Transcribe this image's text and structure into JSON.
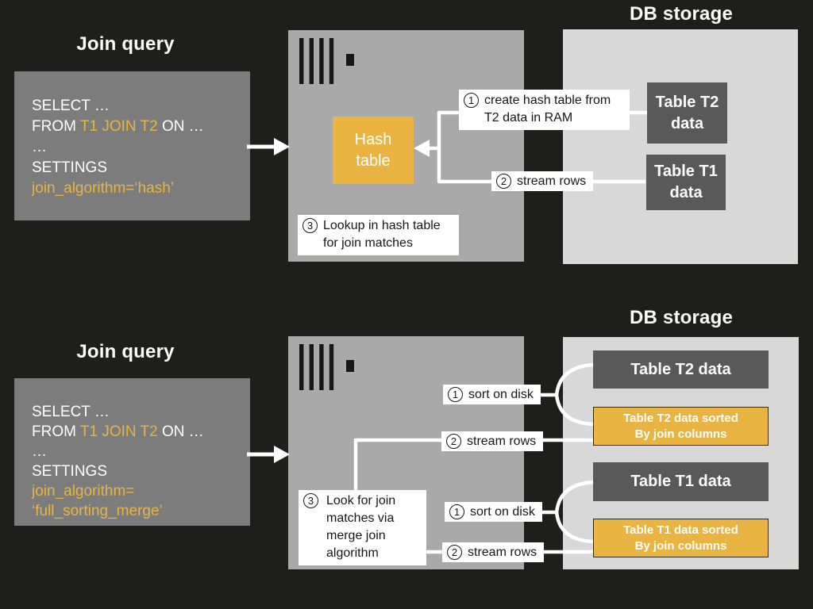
{
  "colors": {
    "background": "#1E1E1A",
    "query_box_gray": "#7C7C7C",
    "ram_box_gray": "#A9A9A9",
    "db_storage_gray": "#D8D8D8",
    "table_dark_gray": "#595959",
    "accent_orange": "#E9B442",
    "connector_white": "#FFFFFF",
    "label_text": "#161616"
  },
  "top": {
    "join_query_title": "Join query",
    "db_storage_title": "DB storage",
    "query": {
      "l1": "SELECT …",
      "l2a": "FROM ",
      "l2b": "T1 JOIN T2",
      "l2c": " ON …",
      "l3": "…",
      "l4": "SETTINGS",
      "l5": "join_algorithm=‘hash’"
    },
    "hash_table": {
      "l1": "Hash",
      "l2": "table"
    },
    "step1": {
      "num": "1",
      "l1": "create hash table from",
      "l2": "T2 data in RAM"
    },
    "step2": {
      "num": "2",
      "text": "stream rows"
    },
    "step3": {
      "num": "3",
      "l1": "Lookup in hash table",
      "l2": "for join matches"
    },
    "table_t2": {
      "l1": "Table T2",
      "l2": "data"
    },
    "table_t1": {
      "l1": "Table T1",
      "l2": "data"
    }
  },
  "bottom": {
    "join_query_title": "Join query",
    "db_storage_title": "DB storage",
    "query": {
      "l1": "SELECT …",
      "l2a": "FROM ",
      "l2b": "T1 JOIN T2",
      "l2c": " ON …",
      "l3": "…",
      "l4": "SETTINGS",
      "l5": "join_algorithm=",
      "l6": "‘full_sorting_merge’"
    },
    "sort_t2": {
      "num": "1",
      "text": "sort on disk"
    },
    "stream_t2": {
      "num": "2",
      "text": "stream rows"
    },
    "sort_t1": {
      "num": "1",
      "text": "sort on disk"
    },
    "stream_t1": {
      "num": "2",
      "text": "stream rows"
    },
    "step3": {
      "num": "3",
      "l1": "Look for join",
      "l2": "matches via",
      "l3": "merge join",
      "l4": "algorithm"
    },
    "table_t2": "Table T2 data",
    "table_t2_sorted": {
      "l1": "Table T2 data sorted",
      "l2": "By join columns"
    },
    "table_t1": "Table T1 data",
    "table_t1_sorted": {
      "l1": "Table T1 data sorted",
      "l2": "By join columns"
    }
  }
}
